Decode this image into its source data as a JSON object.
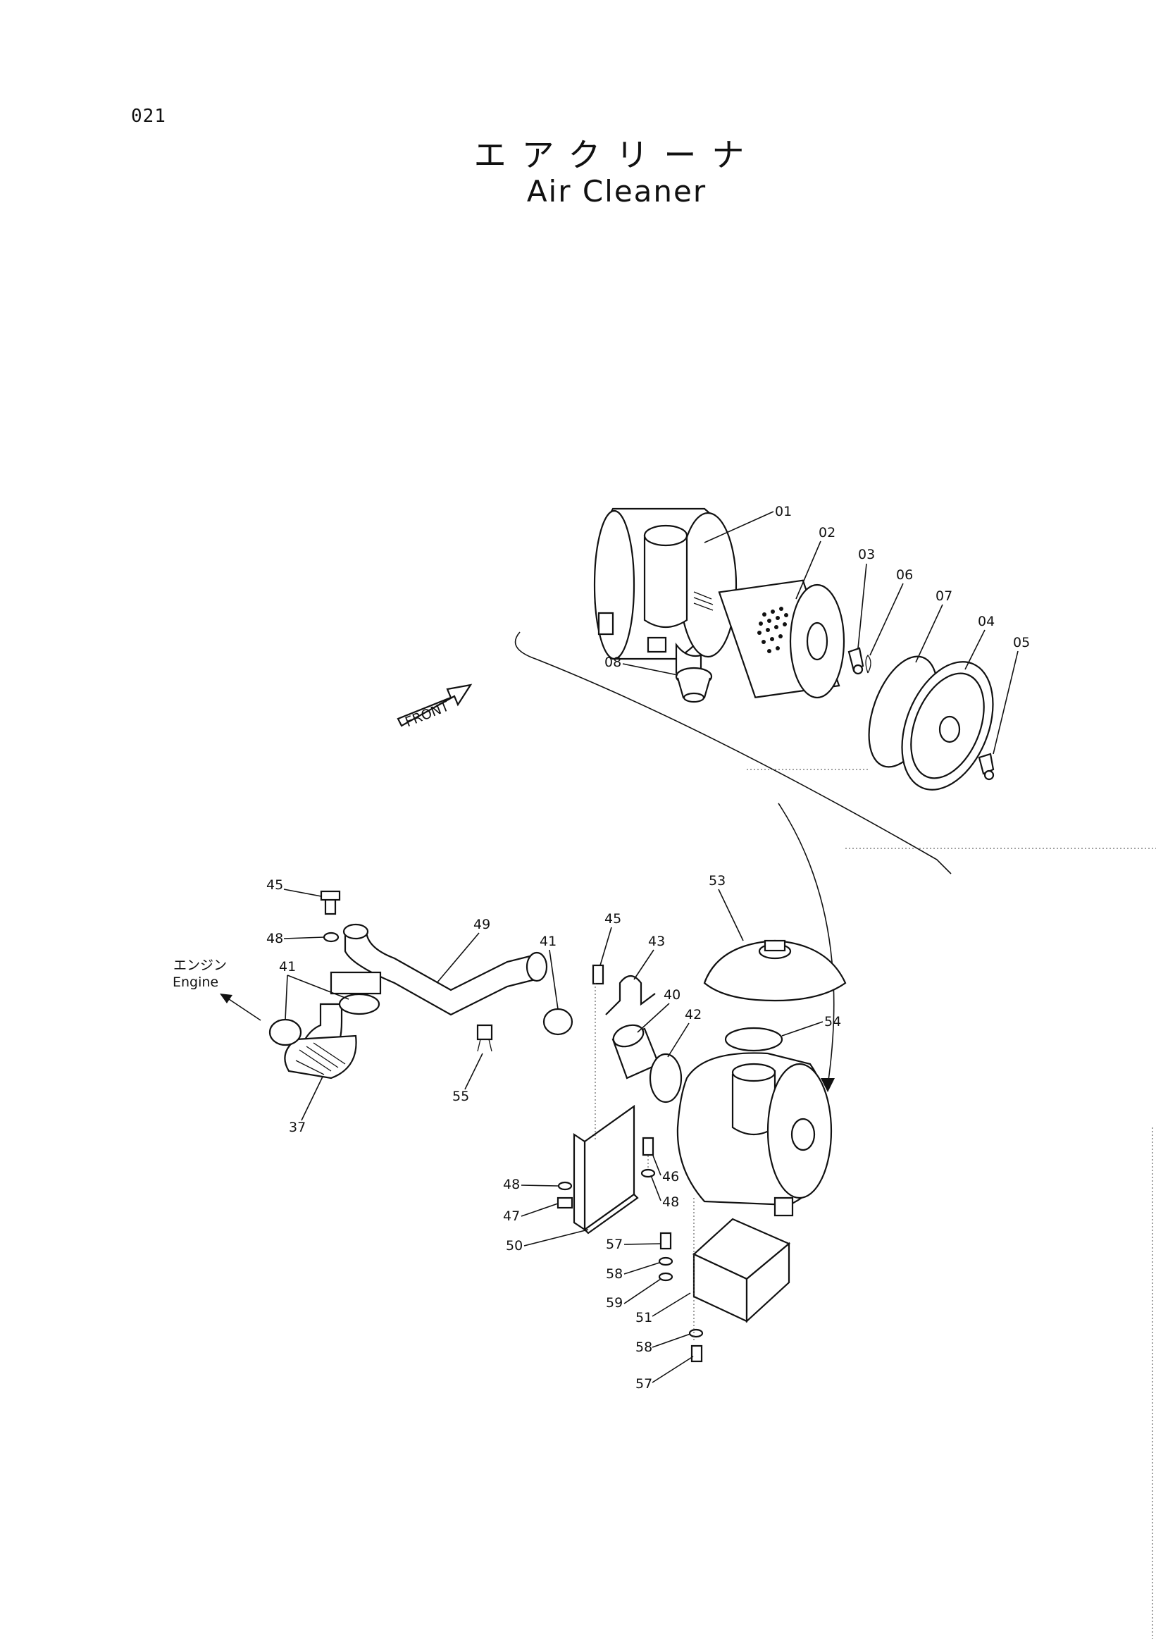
{
  "page_number": "021",
  "title_jp": "エアクリーナ",
  "title_en": "Air Cleaner",
  "front_label": "FRONT",
  "engine_label_jp": "エンジン",
  "engine_label_en": "Engine",
  "callouts": [
    "01",
    "02",
    "03",
    "06",
    "07",
    "04",
    "05",
    "08",
    "53",
    "54",
    "45",
    "48",
    "49",
    "41",
    "43",
    "40",
    "42",
    "55",
    "37",
    "46",
    "50",
    "57",
    "58",
    "59",
    "51"
  ]
}
